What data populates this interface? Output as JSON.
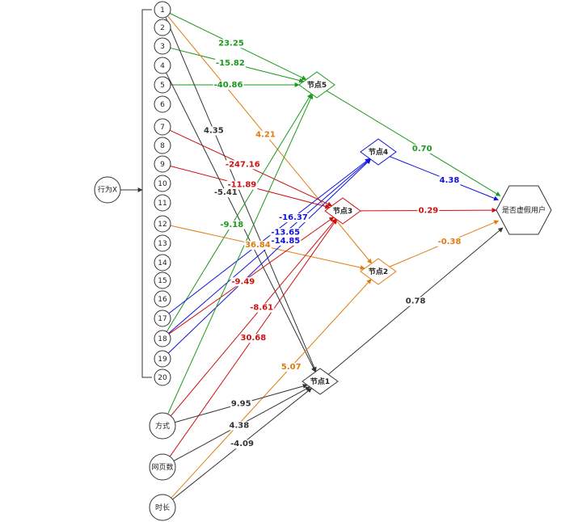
{
  "colors": {
    "green": "#1a9a1a",
    "orange": "#e07b10",
    "red": "#cc1111",
    "blue": "#1111dd",
    "dark": "#333333"
  },
  "input_group": {
    "label": "行为X"
  },
  "inputs": [
    "1",
    "2",
    "3",
    "4",
    "5",
    "6",
    "7",
    "8",
    "9",
    "10",
    "11",
    "12",
    "13",
    "14",
    "15",
    "16",
    "17",
    "18",
    "19",
    "20"
  ],
  "extra_inputs": [
    "方式",
    "网页数",
    "时长"
  ],
  "hidden_nodes": [
    "节点5",
    "节点4",
    "节点3",
    "节点2",
    "节点1"
  ],
  "output": {
    "label": "是否虚假用户"
  },
  "edges": [
    {
      "from": "1",
      "to": "节点5",
      "color": "green",
      "weight": "23.25"
    },
    {
      "from": "3",
      "to": "节点5",
      "color": "green",
      "weight": "-15.82"
    },
    {
      "from": "5",
      "to": "节点5",
      "color": "green",
      "weight": "-40.86"
    },
    {
      "from": "1",
      "to": "节点2",
      "color": "orange",
      "weight": "4.21"
    },
    {
      "from": "7",
      "to": "节点3",
      "color": "red",
      "weight": "-247.16"
    },
    {
      "from": "9",
      "to": "节点3",
      "color": "red",
      "weight": "-11.89"
    },
    {
      "from": "1",
      "to": "节点1",
      "color": "dark",
      "weight": "4.35"
    },
    {
      "from": "4",
      "to": "节点1",
      "color": "dark",
      "weight": "-5.41"
    },
    {
      "from": "18",
      "to": "节点5",
      "color": "green",
      "weight": "-9.18"
    },
    {
      "from": "12",
      "to": "节点2",
      "color": "orange",
      "weight": "36.84"
    },
    {
      "from": "17",
      "to": "节点4",
      "color": "blue",
      "weight": "-16.37"
    },
    {
      "from": "18",
      "to": "节点4",
      "color": "blue",
      "weight": "-13.65"
    },
    {
      "from": "19",
      "to": "节点4",
      "color": "blue",
      "weight": "-14.85"
    },
    {
      "from": "18",
      "to": "节点3",
      "color": "red",
      "weight": "-9.49"
    },
    {
      "from": "方式",
      "to": "节点5",
      "color": "green",
      "weight": ""
    },
    {
      "from": "方式",
      "to": "节点3",
      "color": "red",
      "weight": "-8.61"
    },
    {
      "from": "网页数",
      "to": "节点3",
      "color": "red",
      "weight": "30.68"
    },
    {
      "from": "时长",
      "to": "节点2",
      "color": "orange",
      "weight": "5.07"
    },
    {
      "from": "方式",
      "to": "节点1",
      "color": "dark",
      "weight": "9.95"
    },
    {
      "from": "网页数",
      "to": "节点1",
      "color": "dark",
      "weight": "4.38"
    },
    {
      "from": "时长",
      "to": "节点1",
      "color": "dark",
      "weight": "-4.09"
    },
    {
      "from": "节点5",
      "to": "output",
      "color": "green",
      "weight": "0.70"
    },
    {
      "from": "节点4",
      "to": "output",
      "color": "blue",
      "weight": "4.38"
    },
    {
      "from": "节点3",
      "to": "output",
      "color": "red",
      "weight": "0.29"
    },
    {
      "from": "节点2",
      "to": "output",
      "color": "orange",
      "weight": "-0.38"
    },
    {
      "from": "节点1",
      "to": "output",
      "color": "dark",
      "weight": "0.78"
    }
  ]
}
